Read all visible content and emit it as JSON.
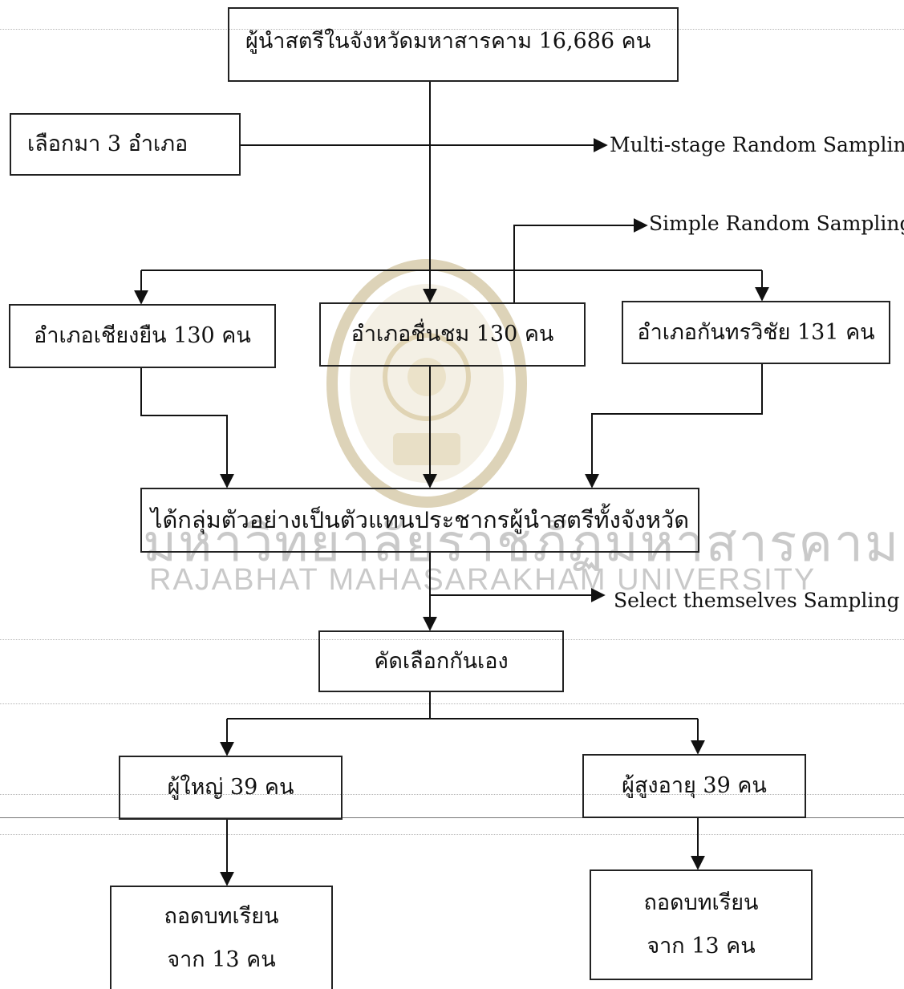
{
  "boxes": {
    "top": "ผู้นำสตรีในจังหวัดมหาสารคาม  16,686 คน",
    "select3": "เลือกมา 3 อำเภอ",
    "district1": "อำเภอเชียงยืน  130 คน",
    "district2": "อำเภอชื่นชม  130 คน",
    "district3": "อำเภอกันทรวิชัย  131 คน",
    "representative": "ได้กลุ่มตัวอย่างเป็นตัวแทนประชากรผู้นำสตรีทั้งจังหวัด",
    "selfselect": "คัดเลือกกันเอง",
    "adults": "ผู้ใหญ่  39 คน",
    "elders": "ผู้สูงอายุ  39 คน",
    "transcript_left": {
      "line1": "ถอดบทเรียน",
      "line2": "จาก 13 คน"
    },
    "transcript_right": {
      "line1": "ถอดบทเรียน",
      "line2": "จาก 13 คน"
    }
  },
  "annotations": {
    "multistage": "Multi-stage Random Sampling",
    "simple": "Simple  Random Sampling",
    "selfselect": "Select themselves Sampling"
  },
  "watermark": {
    "thai": "มหาวิทยาลัยราชภัฏมหาสารคาม",
    "english": "RAJABHAT MAHASARAKHAM UNIVERSITY",
    "emblem_color": "#d8c9a4",
    "text_color": "#c9c9c9"
  }
}
